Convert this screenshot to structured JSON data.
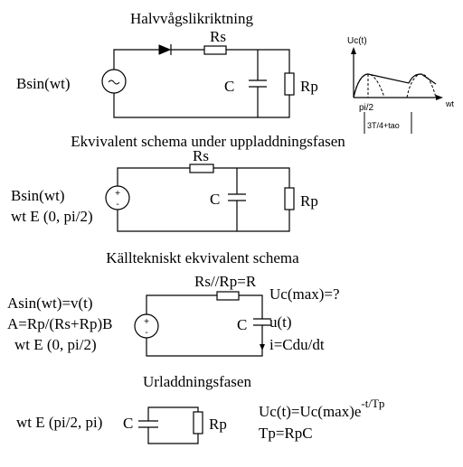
{
  "section1": {
    "title": "Halvvågslikriktning",
    "source_label": "Bsin(wt)",
    "rs_label": "Rs",
    "c_label": "C",
    "rp_label": "Rp",
    "graph": {
      "y_label": "Uc(t)",
      "x_label": "wt",
      "tick_pi2": "pi/2",
      "tick_period": "3T/4+tao"
    }
  },
  "section2": {
    "title": "Ekvivalent schema under uppladdningsfasen",
    "source_label": "Bsin(wt)",
    "interval": "wt E (0, pi/2)",
    "rs_label": "Rs",
    "c_label": "C",
    "rp_label": "Rp",
    "plus": "+",
    "minus": "-"
  },
  "section3": {
    "title": "Källtekniskt ekvivalent schema",
    "r_label": "Rs//Rp=R",
    "source_label": "Asin(wt)=v(t)",
    "a_formula": "A=Rp/(Rs+Rp)B",
    "interval": "wt E (0, pi/2)",
    "uc_max": "Uc(max)=?",
    "c_label": "C",
    "u_label": "u(t)",
    "i_label": "i=Cdu/dt",
    "plus": "+",
    "minus": "-"
  },
  "section4": {
    "title": "Urladdningsfasen",
    "interval": "wt E (pi/2, pi)",
    "c_label": "C",
    "rp_label": "Rp",
    "uc_formula_base": "Uc(t)=Uc(max)e",
    "uc_formula_exp": "-t/Tp",
    "tp_formula": "Tp=RpC"
  }
}
